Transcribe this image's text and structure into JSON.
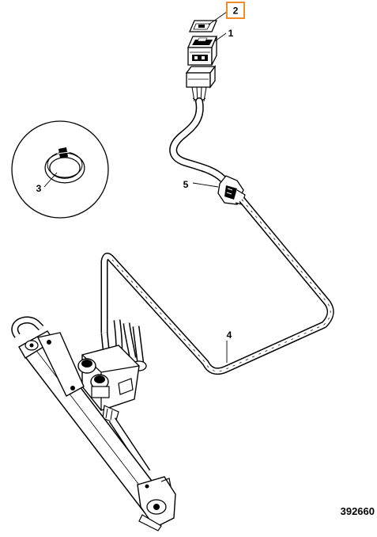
{
  "diagram": {
    "reference_number": "392660",
    "highlight_color": "#f28c28",
    "callouts": [
      {
        "id": "callout-1",
        "label": "1",
        "part": "rocker-switch"
      },
      {
        "id": "callout-2",
        "label": "2",
        "part": "switch-legend-cap",
        "highlighted": true
      },
      {
        "id": "callout-3",
        "label": "3",
        "part": "hose-clamp"
      },
      {
        "id": "callout-4",
        "label": "4",
        "part": "hydraulic-pipe"
      },
      {
        "id": "callout-5",
        "label": "5",
        "part": "wiring-harness"
      }
    ]
  }
}
